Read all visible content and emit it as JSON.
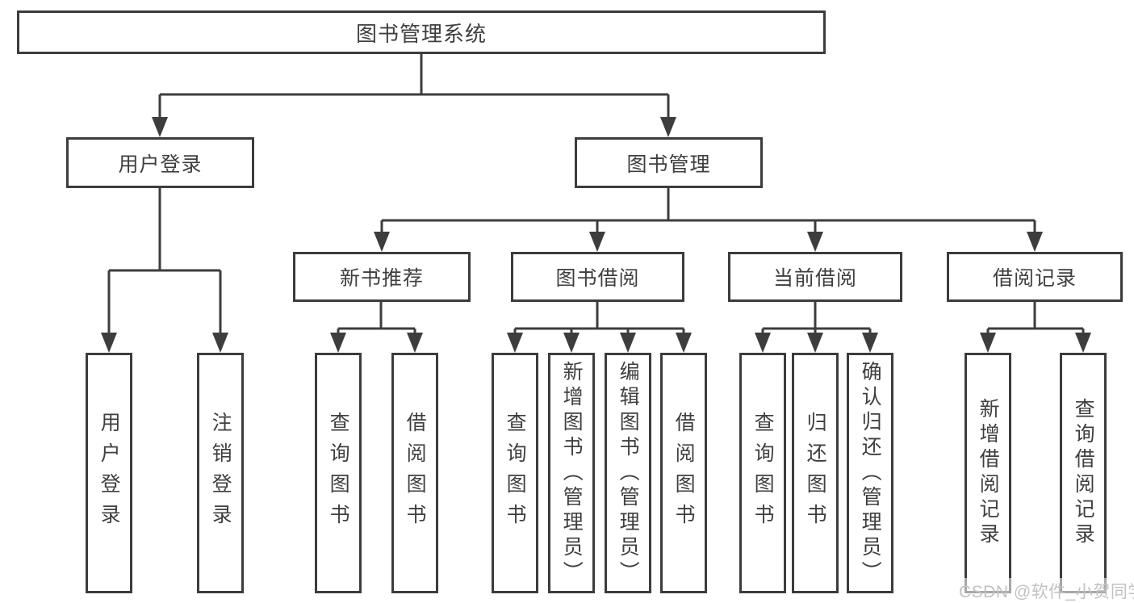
{
  "tree": {
    "root_label": "图书管理系统",
    "level2": [
      "用户登录",
      "图书管理"
    ],
    "level3": [
      "新书推荐",
      "图书借阅",
      "当前借阅",
      "借阅记录"
    ],
    "leaves_user_login": [
      "用户登录",
      "注销登录"
    ],
    "leaves_new_book": [
      "查询图书",
      "借阅图书"
    ],
    "leaves_book_borrow": [
      "查询图书",
      "新增图书（管理员）",
      "编辑图书（管理员）",
      "借阅图书"
    ],
    "leaves_current_borrow": [
      "查询图书",
      "归还图书",
      "确认归还（管理员）"
    ],
    "leaves_borrow_record": [
      "新增借阅记录",
      "查询借阅记录"
    ]
  },
  "watermark": {
    "text": "CSDN @软件_小贺同学"
  },
  "colors": {
    "line": "#3d3d3d",
    "border": "#3c3c3c",
    "text": "#3f3f3f",
    "watermark": "#c2c2c2",
    "background": "#ffffff"
  }
}
